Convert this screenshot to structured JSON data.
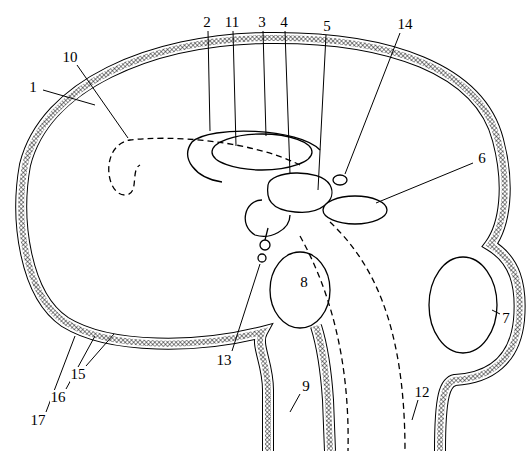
{
  "diagram": {
    "labels": [
      "1",
      "10",
      "2",
      "11",
      "3",
      "4",
      "5",
      "14",
      "6",
      "8",
      "7",
      "13",
      "15",
      "16",
      "17",
      "9",
      "12"
    ]
  }
}
